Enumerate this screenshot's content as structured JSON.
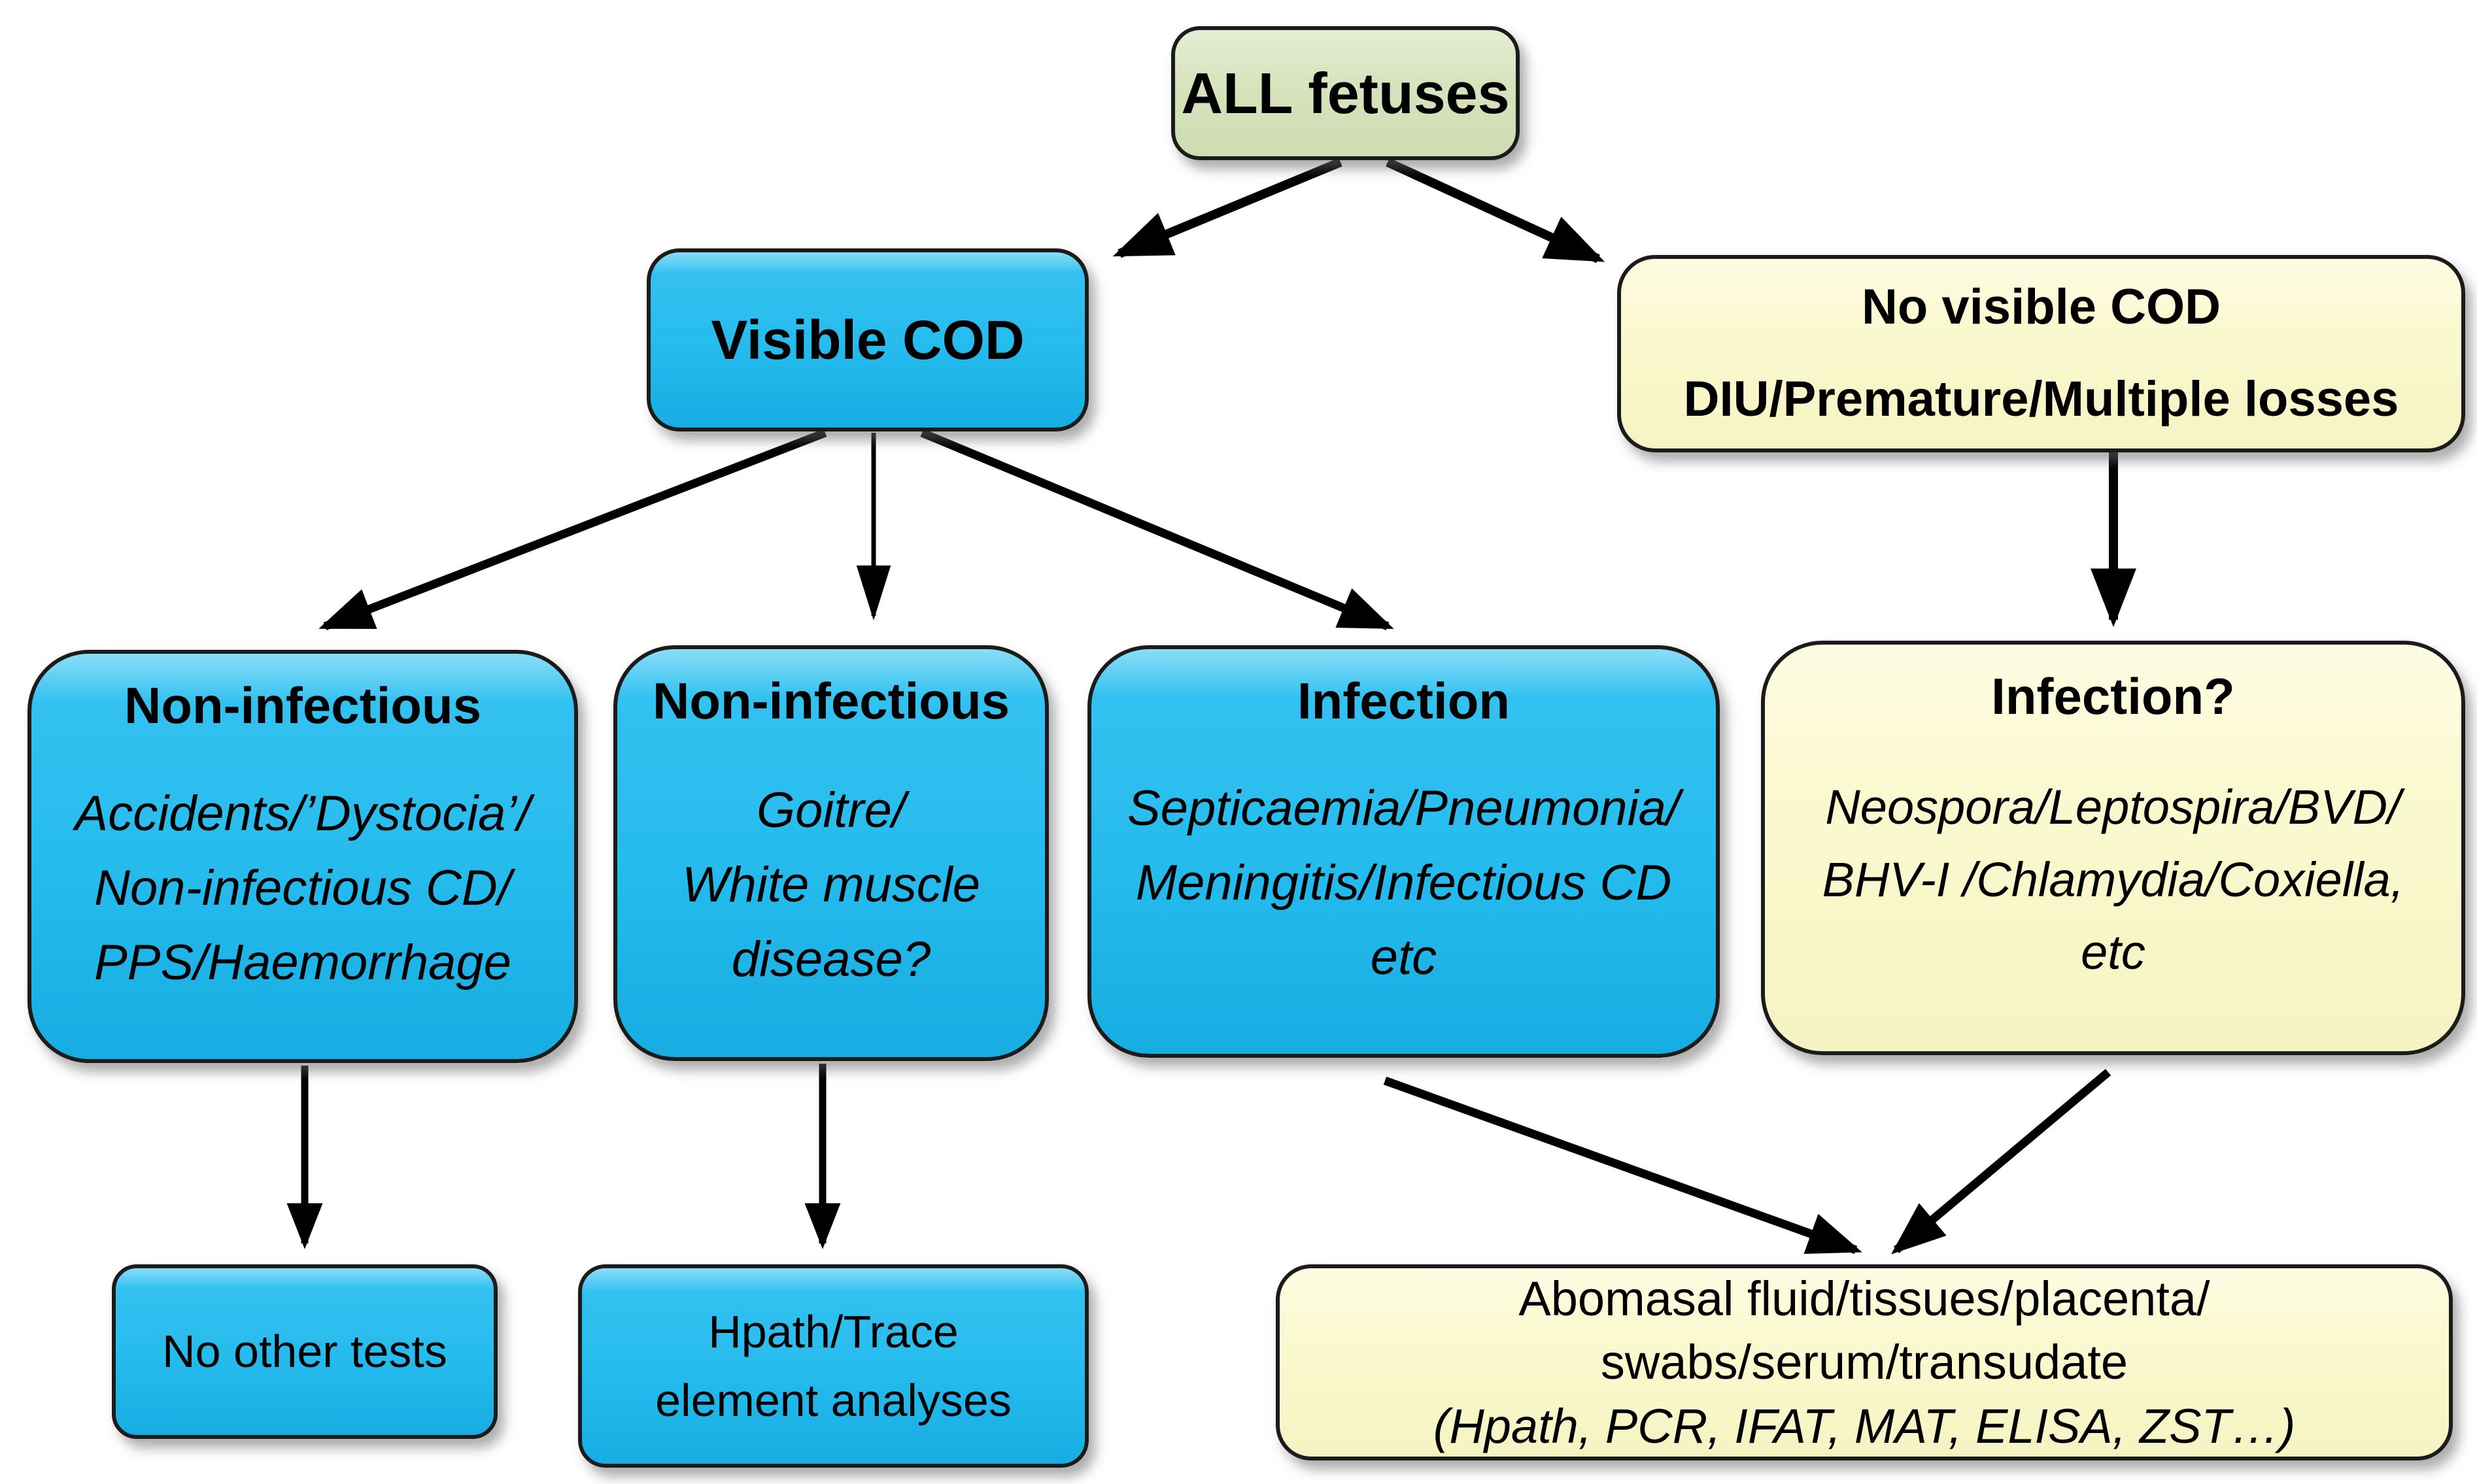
{
  "diagram_title": "Fetal cause-of-death investigation flowchart",
  "colors": {
    "green_fill": "#D6E3BC",
    "cyan_fill": "#27BCEE",
    "yellow_fill": "#FBF9D0",
    "border": "#1B1B1B",
    "arrow": "#000000",
    "text": "#000000",
    "background": "#FFFFFF"
  },
  "nodes": {
    "all_fetuses": {
      "label": "ALL fetuses"
    },
    "visible_cod": {
      "label": "Visible COD"
    },
    "no_visible_cod": {
      "label": "No visible COD\nDIU/Premature/Multiple  losses"
    },
    "non_infectious_accidents": {
      "title": "Non-infectious",
      "details": "Accidents/’Dystocia’/\nNon-infectious CD/\nPPS/Haemorrhage"
    },
    "non_infectious_goitre": {
      "title": "Non-infectious",
      "details": "Goitre/\nWhite muscle\ndisease?"
    },
    "infection": {
      "title": "Infection",
      "details": "Septicaemia/Pneumonia/\nMeningitis/Infectious CD\netc"
    },
    "infection_query": {
      "title": "Infection?",
      "details": "Neospora/Leptospira/BVD/\nBHV-I /Chlamydia/Coxiella,\netc"
    },
    "no_other_tests": {
      "label": "No other tests"
    },
    "hpath_trace": {
      "label": "Hpath/Trace\nelement analyses"
    },
    "abomasal": {
      "lines": "Abomasal fluid/tissues/placenta/\nswabs/serum/transudate",
      "italic_line": "(Hpath, PCR, IFAT, MAT, ELISA, ZST…)"
    }
  },
  "edges": [
    {
      "from": "all_fetuses",
      "to": "visible_cod"
    },
    {
      "from": "all_fetuses",
      "to": "no_visible_cod"
    },
    {
      "from": "visible_cod",
      "to": "non_infectious_accidents"
    },
    {
      "from": "visible_cod",
      "to": "non_infectious_goitre"
    },
    {
      "from": "visible_cod",
      "to": "infection"
    },
    {
      "from": "no_visible_cod",
      "to": "infection_query"
    },
    {
      "from": "non_infectious_accidents",
      "to": "no_other_tests"
    },
    {
      "from": "non_infectious_goitre",
      "to": "hpath_trace"
    },
    {
      "from": "infection",
      "to": "abomasal"
    },
    {
      "from": "infection_query",
      "to": "abomasal"
    }
  ]
}
